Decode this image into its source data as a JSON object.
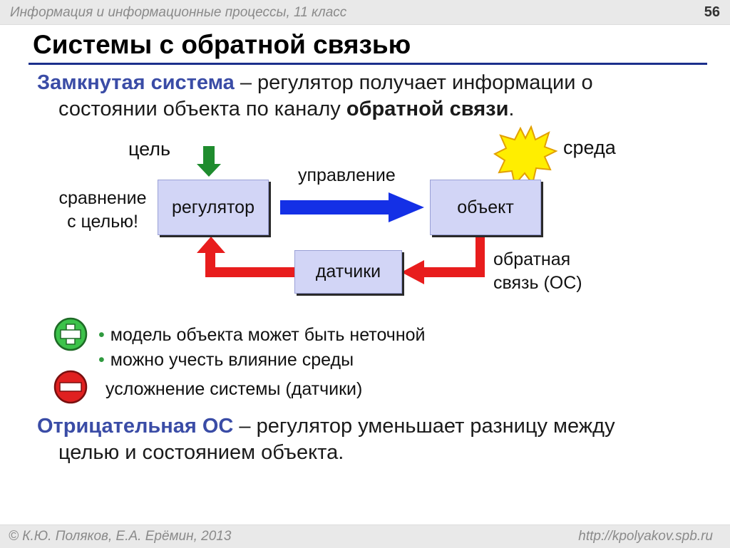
{
  "header": {
    "course": "Информация и информационные процессы, 11 класс",
    "slide_number": "56"
  },
  "title": "Системы с обратной связью",
  "intro": {
    "term": "Замкнутая система",
    "text_part1": " – регулятор получает информации о",
    "text_part2": "состоянии объекта по каналу ",
    "bold": "обратной связи",
    "text_part3": "."
  },
  "diagram": {
    "goal_label": "цель",
    "environment_label": "среда",
    "comparison_line1": "сравнение",
    "comparison_line2": "с целью!",
    "control_label": "управление",
    "feedback_line1": "обратная",
    "feedback_line2": "связь (ОС)",
    "regulator": "регулятор",
    "object": "объект",
    "sensors": "датчики"
  },
  "pros": [
    "модель объекта может быть неточной",
    "можно учесть влияние среды"
  ],
  "cons": [
    "усложнение системы (датчики)"
  ],
  "negative": {
    "term": "Отрицательная ОС",
    "text_part1": " – регулятор уменьшает разницу между",
    "text_part2": "целью и состоянием объекта."
  },
  "footer": {
    "authors": "© К.Ю. Поляков, Е.А. Ерёмин, 2013",
    "url": "http://kpolyakov.spb.ru"
  },
  "colors": {
    "accent": "#3a4ca6",
    "box_fill": "#d2d5f6",
    "control_arrow": "#1430e6",
    "feedback_arrow": "#e81d1d",
    "goal_arrow": "#1f8c2e",
    "star": "#ffee00",
    "plus": "#3cc24a",
    "minus": "#e02020"
  },
  "icons": {
    "plus": "plus-icon",
    "minus": "minus-icon",
    "environment": "star-burst-icon"
  }
}
